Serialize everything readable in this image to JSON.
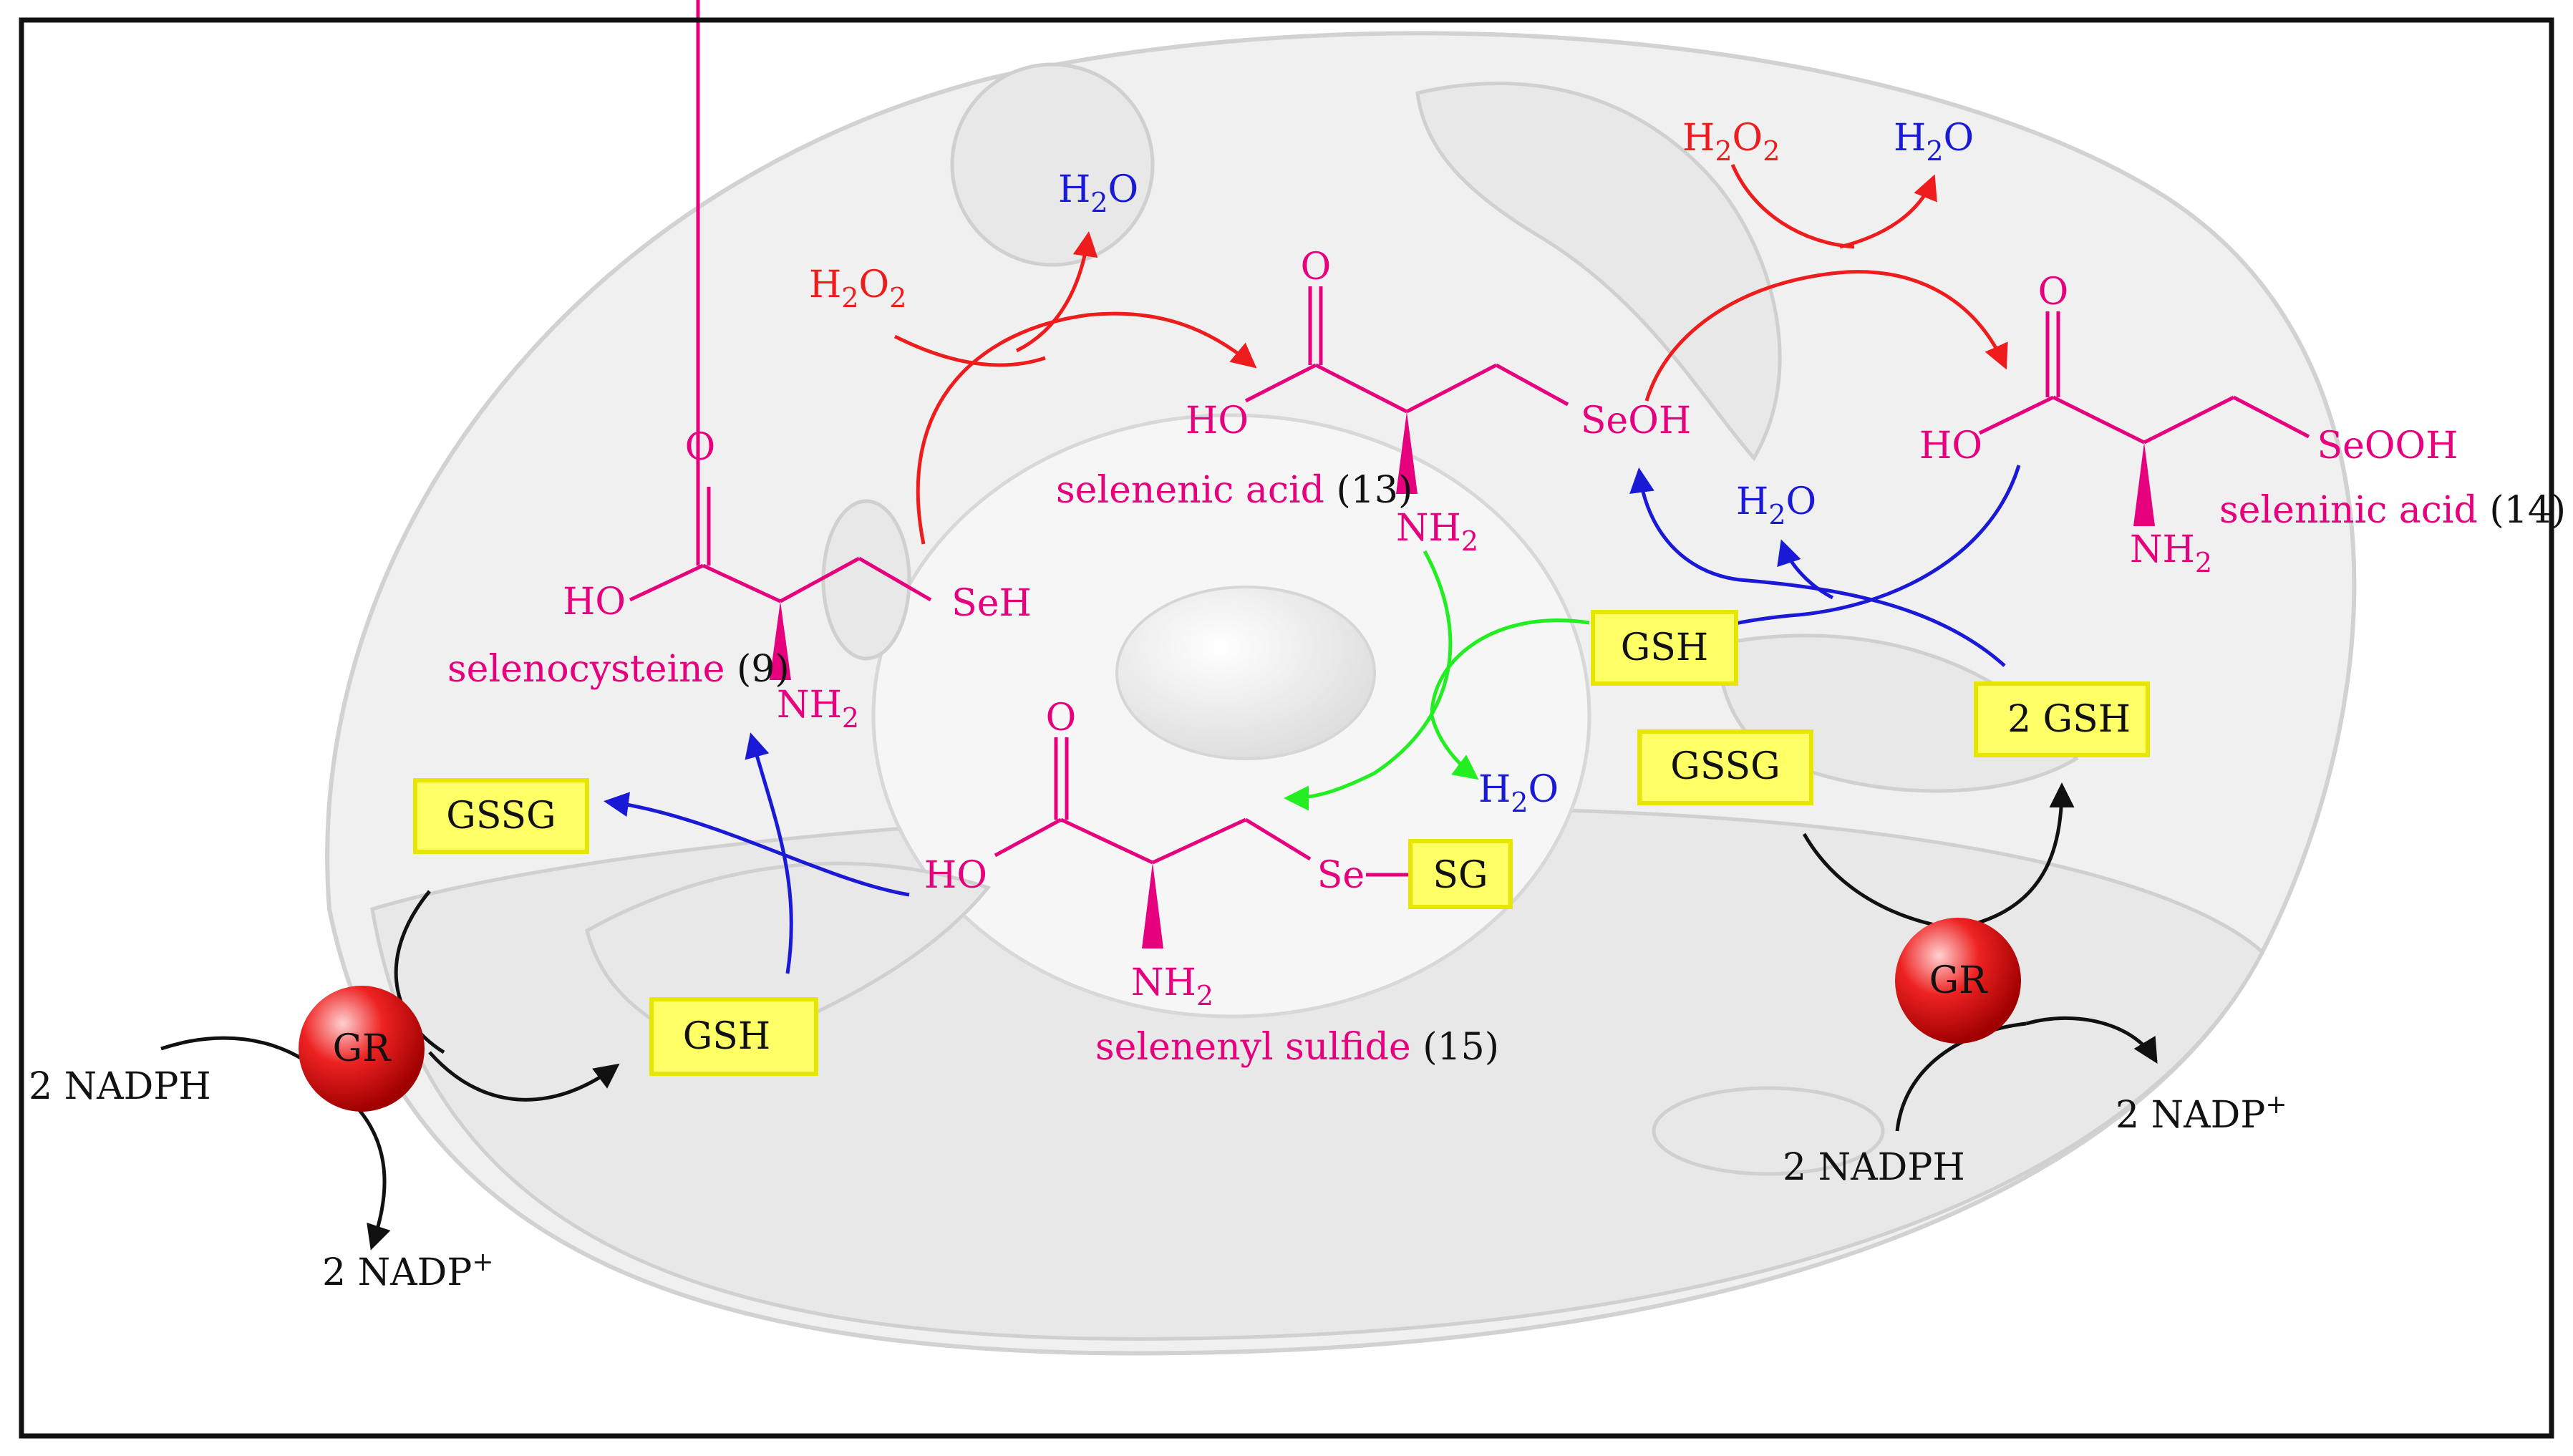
{
  "molecules": {
    "selenocysteine": {
      "oxygen": "O",
      "hydroxyl": "HO",
      "selenol": "SeH",
      "amine": "NH",
      "amine_sub": "2",
      "name": "selenocysteine",
      "number": "(9)"
    },
    "selenenic_acid": {
      "oxygen": "O",
      "hydroxyl": "HO",
      "group": "SeOH",
      "amine": "NH",
      "amine_sub": "2",
      "name": "selenenic acid",
      "number": "(13)"
    },
    "seleninic_acid": {
      "oxygen": "O",
      "hydroxyl": "HO",
      "group": "SeOOH",
      "amine": "NH",
      "amine_sub": "2",
      "name": "seleninic acid",
      "number": "(14)"
    },
    "selenenyl_sulfide": {
      "oxygen": "O",
      "hydroxyl": "HO",
      "group": "Se",
      "sg": "SG",
      "amine": "NH",
      "amine_sub": "2",
      "name": "selenenyl sulfide",
      "number": "(15)"
    }
  },
  "reagents": {
    "h2o2": {
      "h": "H",
      "sub1": "2",
      "o": "O",
      "sub2": "2"
    },
    "h2o": {
      "h": "H",
      "sub": "2",
      "o": "O"
    },
    "gsh": "GSH",
    "gssg": "GSSG",
    "two_gsh": "2 GSH",
    "gr": "GR",
    "nadph": "2 NADPH",
    "nadp": "2 NADP",
    "nadp_sup": "+"
  },
  "colors": {
    "molecule": "#e6007e",
    "oxidation_arrows": "#ee1c1c",
    "reduction_arrows": "#1a1ad6",
    "glutathione_arrows": "#22ee22",
    "box_fill": "#ffff66",
    "enzyme": "#ee1111"
  }
}
